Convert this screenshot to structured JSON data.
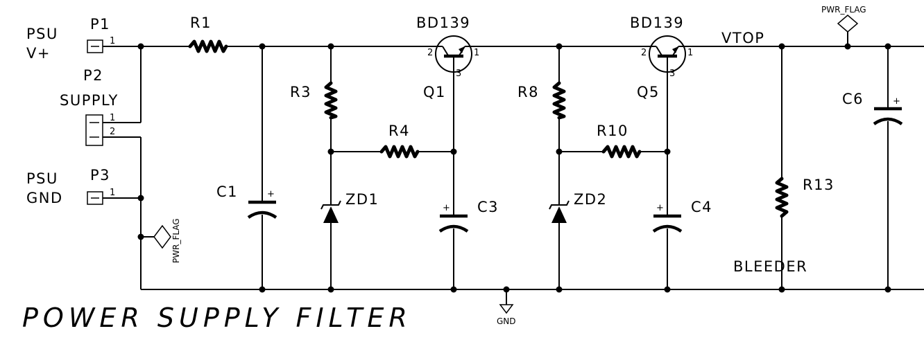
{
  "title": "POWER SUPPLY FILTER",
  "connectors": {
    "p1": {
      "ref": "P1",
      "pin": "1",
      "label_line1": "PSU",
      "label_line2": "V+"
    },
    "p2": {
      "ref": "P2",
      "value": "SUPPLY",
      "pin1": "1",
      "pin2": "2"
    },
    "p3": {
      "ref": "P3",
      "pin": "1",
      "label_line1": "PSU",
      "label_line2": "GND"
    }
  },
  "resistors": {
    "r1": "R1",
    "r3": "R3",
    "r4": "R4",
    "r8": "R8",
    "r10": "R10",
    "r13": "R13"
  },
  "bleeder_label": "BLEEDER",
  "capacitors": {
    "c1": "C1",
    "c3": "C3",
    "c4": "C4",
    "c6": "C6",
    "plus": "+"
  },
  "zeners": {
    "zd1": "ZD1",
    "zd2": "ZD2"
  },
  "transistors": {
    "q1": {
      "ref": "Q1",
      "value": "BD139",
      "pin1": "1",
      "pin2": "2",
      "pin3": "3"
    },
    "q5": {
      "ref": "Q5",
      "value": "BD139",
      "pin1": "1",
      "pin2": "2",
      "pin3": "3"
    }
  },
  "nets": {
    "vtop": "VTOP",
    "gnd": "GND",
    "pwr_flag_top": "PWR_FLAG",
    "pwr_flag_left": "PWR_FLAG"
  }
}
